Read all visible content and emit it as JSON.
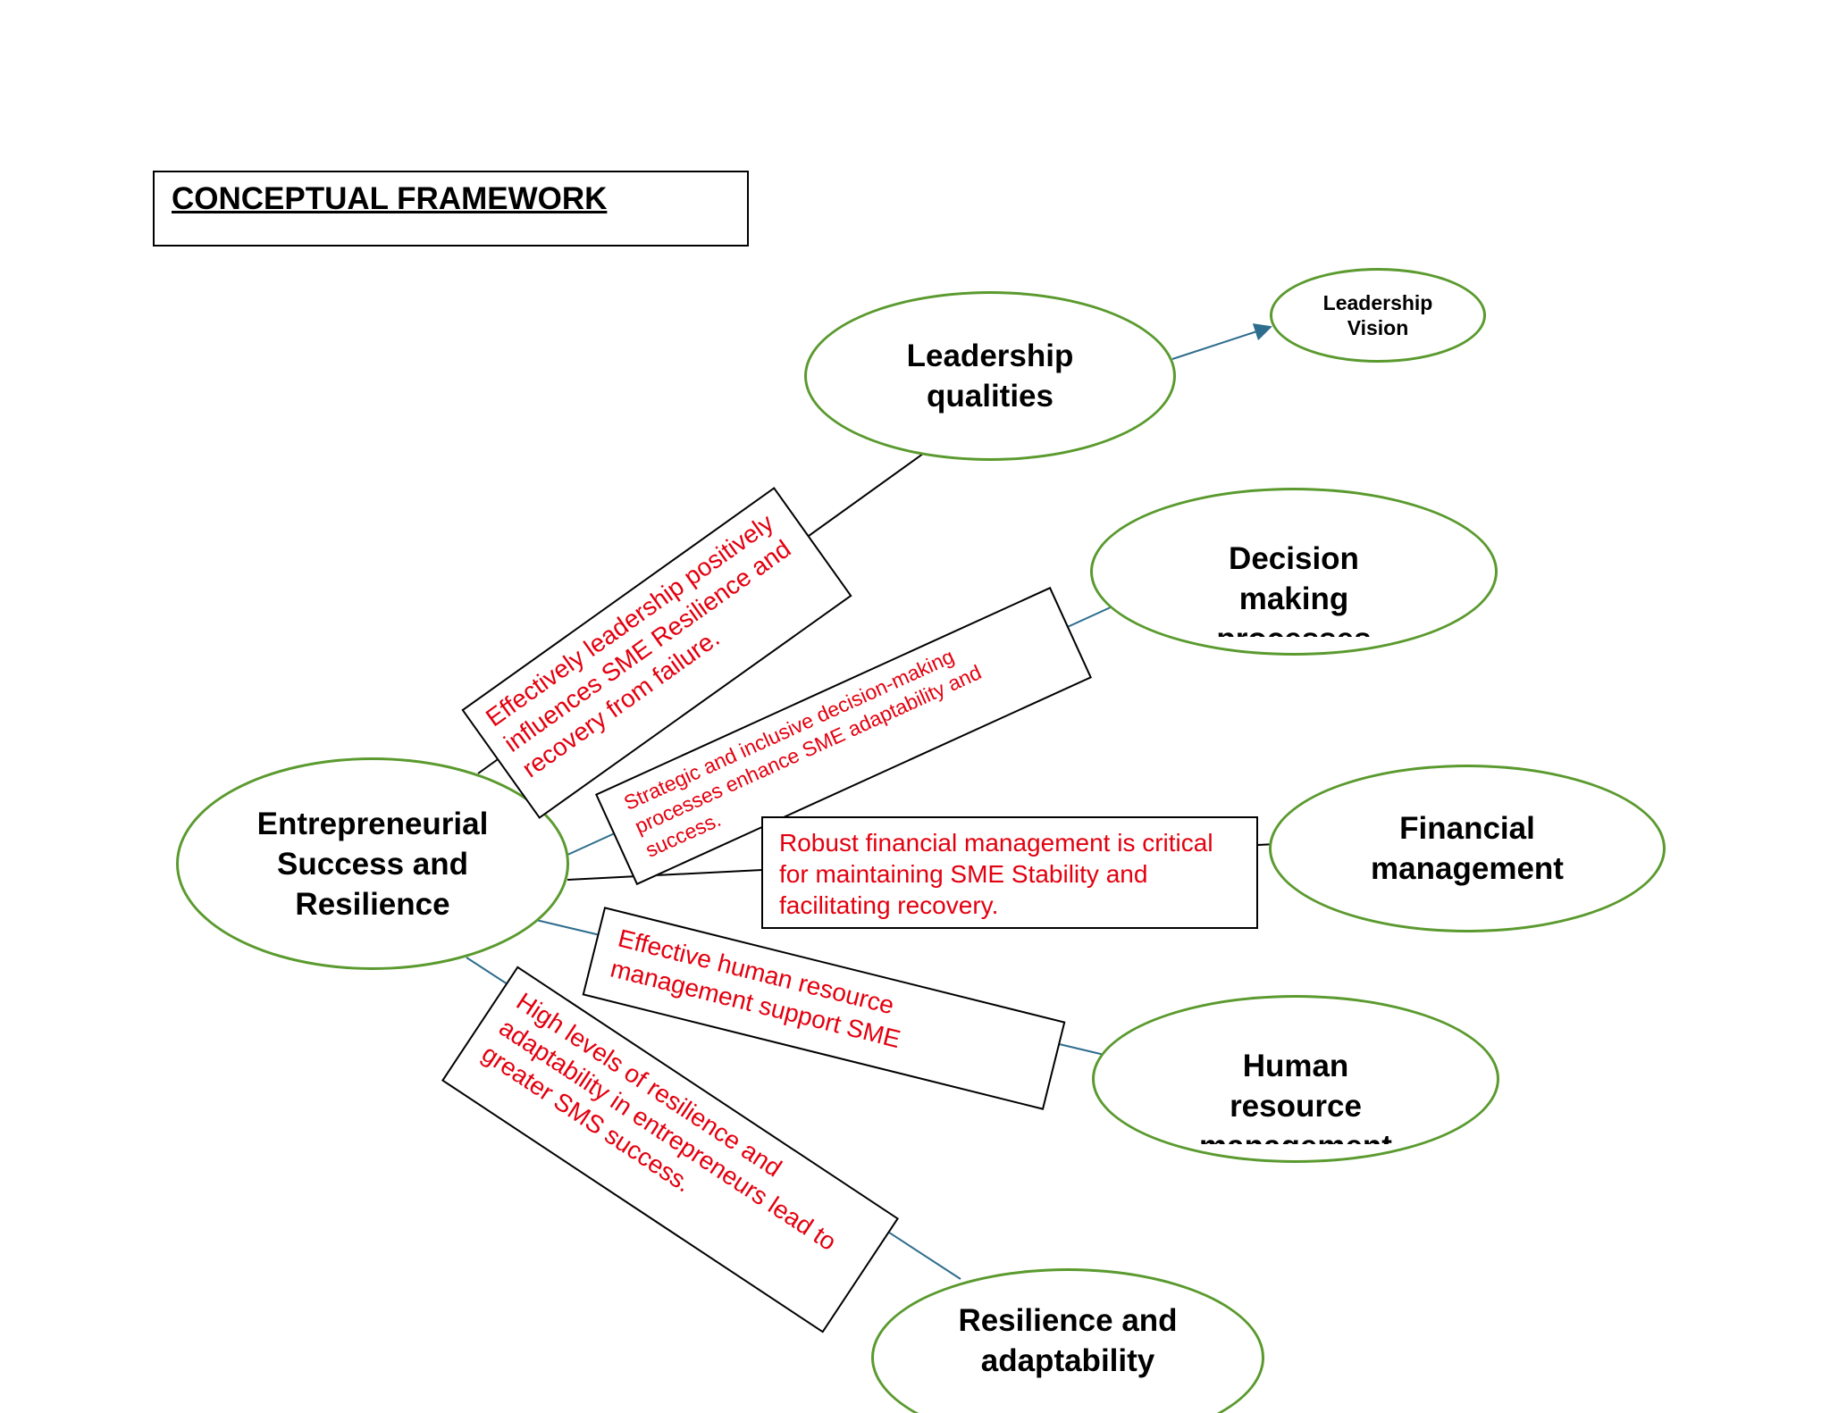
{
  "title": "CONCEPTUAL FRAMEWORK",
  "colors": {
    "node_border": "#5a9a2e",
    "note_text": "#e3000f",
    "connector_blue": "#2e6d8e",
    "connector_black": "#000000"
  },
  "nodes": {
    "center": "Entrepreneurial Success and Resilience",
    "leadership": "Leadership qualities",
    "vision": "Leadership Vision",
    "decision": "Decision making processes",
    "financial": "Financial management",
    "hr": "Human resource management",
    "resilience": "Resilience and adaptability"
  },
  "notes": {
    "leadership": "Effectively leadership positively influences SME Resilience and recovery from failure.",
    "decision": "Strategic and inclusive decision-making processes enhance SME adaptability and success.",
    "financial": "Robust financial management is critical for maintaining SME Stability and facilitating recovery.",
    "hr": "Effective human resource management support SME",
    "resilience": "High levels of resilience and adaptability in entrepreneurs lead to greater SMS success."
  }
}
